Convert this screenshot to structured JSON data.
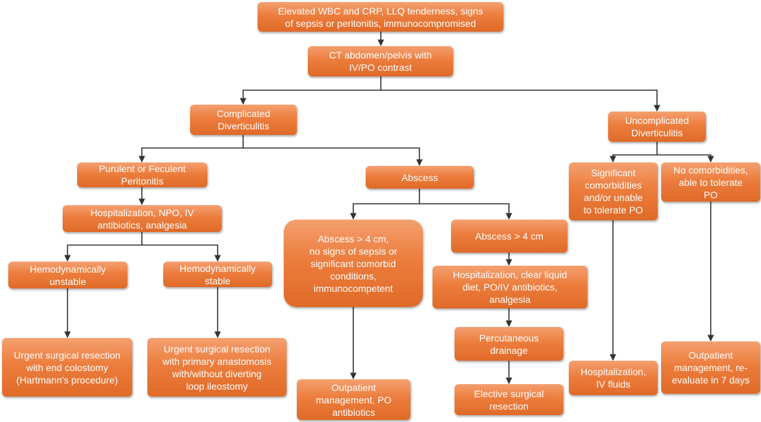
{
  "nodes": {
    "root": "Elevated WBC and CRP, LLQ tenderness, signs\nof sepsis or peritonitis, immunocompromised",
    "ct": "CT abdomen/pelvis with\nIV/PO contrast",
    "complicated": "Complicated\nDiverticulitis",
    "uncomplicated": "Uncomplicated\nDiverticulitis",
    "peritonitis": "Purulent or Feculent\nPeritonitis",
    "abscess": "Abscess",
    "hosp_npo": "Hospitalization, NPO, IV\nantibiotics, analgesia",
    "hemo_unstable": "Hemodynamically\nunstable",
    "hemo_stable": "Hemodynamically\nstable",
    "hartmann": "Urgent surgical resection\nwith end colostomy\n(Hartmann's procedure)",
    "primary_anastomosis": "Urgent surgical resection\nwith primary anastomosis\nwith/without diverting\nloop ileostomy",
    "abscess_small": "Abscess > 4 cm,\nno signs of sepsis or\nsignificant comorbid\nconditions,\nimmunocompetent",
    "abscess_large": "Abscess > 4 cm",
    "outpatient_po": "Outpatient\nmanagement, PO\nantibiotics",
    "hosp_clear": "Hospitalization, clear liquid\ndiet, PO/IV antibiotics,\nanalgesia",
    "perc_drainage": "Percutaneous\ndrainage",
    "elective": "Elective surgical\nresection",
    "sig_comorb": "Significant\ncomorbidities\nand/or unable\nto tolerate PO",
    "no_comorb": "No comorbidities,\nable to tolerate\nPO",
    "hosp_iv": "Hospitalization,\nIV fluids",
    "outpatient_reeval": "Outpatient\nmanagement, re-\nevaluate in 7 days"
  },
  "colors": {
    "node_fill": "#ec7d3d",
    "line": "#333333"
  }
}
